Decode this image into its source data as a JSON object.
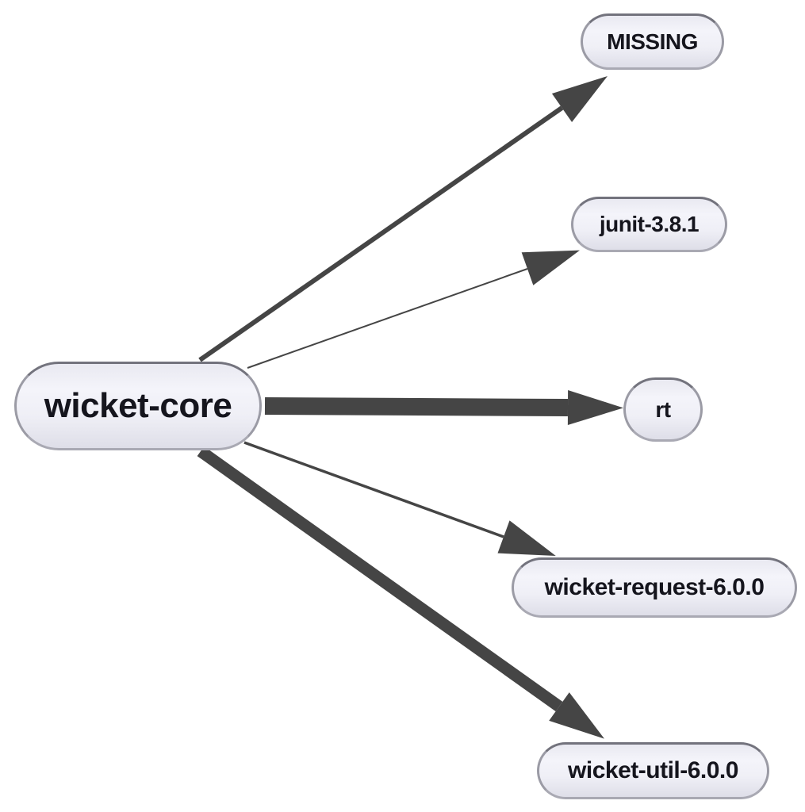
{
  "diagram": {
    "type": "dependency-graph",
    "background_color": "#ffffff",
    "edge_color": "#454545",
    "node_border_color": "#8f8f99",
    "node_fill_top": "#f0f0f8",
    "node_fill_bottom": "#dedee8",
    "node_text_color": "#15151d",
    "nodes": {
      "wicket_core": {
        "label": "wicket-core"
      },
      "missing": {
        "label": "MISSING"
      },
      "junit": {
        "label": "junit-3.8.1"
      },
      "rt": {
        "label": "rt"
      },
      "wicket_request": {
        "label": "wicket-request-6.0.0"
      },
      "wicket_util": {
        "label": "wicket-util-6.0.0"
      }
    },
    "edges": [
      {
        "from": "wicket-core",
        "to": "MISSING",
        "weight": 6
      },
      {
        "from": "wicket-core",
        "to": "junit-3.8.1",
        "weight": 2
      },
      {
        "from": "wicket-core",
        "to": "rt",
        "weight": 22
      },
      {
        "from": "wicket-core",
        "to": "wicket-request-6.0.0",
        "weight": 3.5
      },
      {
        "from": "wicket-core",
        "to": "wicket-util-6.0.0",
        "weight": 15
      }
    ]
  }
}
